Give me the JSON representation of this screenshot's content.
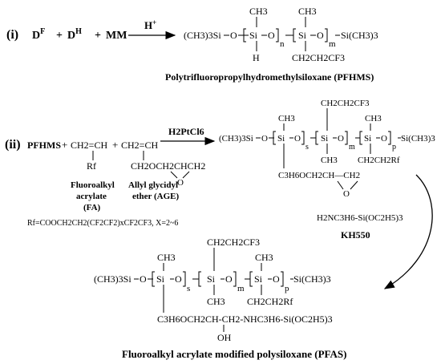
{
  "step1": {
    "label": "(i)",
    "r1": "D",
    "r1_sup": "F",
    "plus1": "+",
    "r2": "D",
    "r2_sup": "H",
    "plus2": "+",
    "r3": "MM",
    "catalyst": "H",
    "catalyst_sup": "+",
    "prod_end_left": "(CH3)3Si",
    "si": "Si",
    "o": "O",
    "me": "CH3",
    "h": "H",
    "sub_n": "n",
    "sub_m": "m",
    "cf3_chain": "CH2CH2CF3",
    "prod_end_right": "Si(CH3)3",
    "product_name": "Polytrifluoropropylhydromethylsiloxane (PFHMS)"
  },
  "step2": {
    "label": "(ii)",
    "pfhms": "PFHMS",
    "plus": "+",
    "fa_struct": "CH2=CH",
    "rf": "Rf",
    "age_struct": "CH2=CH",
    "age_chain": "CH2OCH2CHCH2",
    "epoxide_o": "O",
    "fa_name_1": "Fluoroalkyl",
    "fa_name_2": "acrylate",
    "fa_name_3": "(FA)",
    "age_name_1": "Allyl glycidyl",
    "age_name_2": "ether (AGE)",
    "catalyst": "H2PtCl6",
    "rf_def": "Rf=COOCH2CH2(CF2CF2)xCF2CF3, X=2~6",
    "p_end_left": "(CH3)3Si",
    "si": "Si",
    "o": "O",
    "me": "CH3",
    "sub_s": "s",
    "sub_m": "m",
    "sub_p": "p",
    "cf3_chain": "CH2CH2CF3",
    "ch2ch2rf": "CH2CH2Rf",
    "p_end_right": "Si(CH3)3",
    "glycidyl": "C3H6OCH2CH—CH2",
    "kh_reagent": "H2NC3H6-Si(OC2H5)3",
    "kh_name": "KH550"
  },
  "step3": {
    "p_end_left": "(CH3)3Si",
    "si": "Si",
    "o": "O",
    "me": "CH3",
    "sub_s": "s",
    "sub_m": "m",
    "sub_p": "p",
    "cf3_chain": "CH2CH2CF3",
    "ch2ch2rf": "CH2CH2Rf",
    "p_end_right": "Si(CH3)3",
    "amine_chain": "C3H6OCH2CH-CH2-NHC3H6-Si(OC2H5)3",
    "oh": "OH",
    "product_name": "Fluoroalkyl acrylate modified polysiloxane (PFAS)"
  }
}
